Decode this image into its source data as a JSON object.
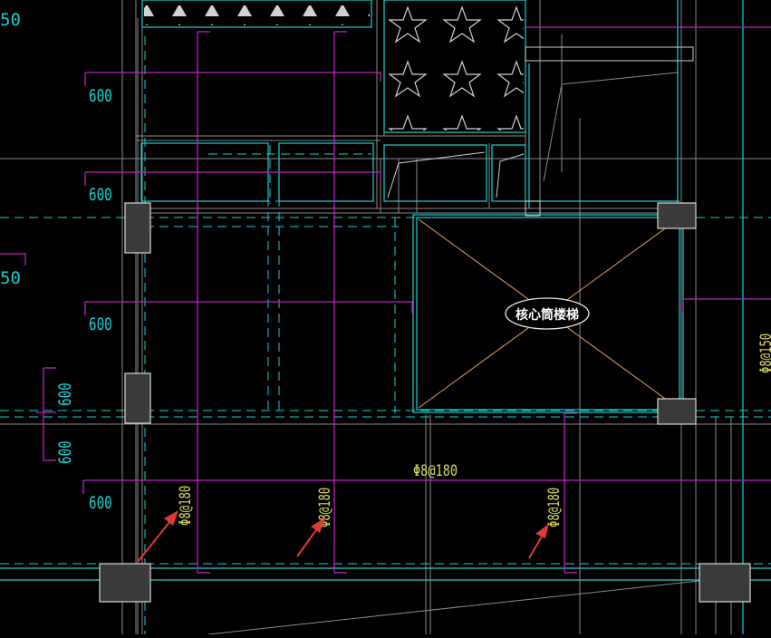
{
  "drawing": {
    "background": "#000000",
    "colors": {
      "dimension": "#19D0D0",
      "rebar": "#C21FC2",
      "grid_line": "#8A8A8A",
      "wall": "#19D0D0",
      "column": "#3A3A3A",
      "annotation_text": "#D8D865",
      "stair_cross": "#E8A25A",
      "arrow": "#E03A3A",
      "label_fill": "#FFFFFF",
      "hatch": "#D0D0D0"
    },
    "dimensions": {
      "d1": "50",
      "d2": "600",
      "d3": "600",
      "d4": "50",
      "d5": "600",
      "d6": "600",
      "d7": "600",
      "d8": "600"
    },
    "rebar_labels": {
      "r1": "Φ8@180",
      "r2": "Φ8@180",
      "r3": "Φ8@180",
      "r4": "Φ8@180",
      "r5": "Φ8@150"
    },
    "stair_label": "核心筒楼梯",
    "icons": {
      "column": "column-icon",
      "arrow": "arrow-icon",
      "hatch": "star-hatch-icon"
    }
  }
}
